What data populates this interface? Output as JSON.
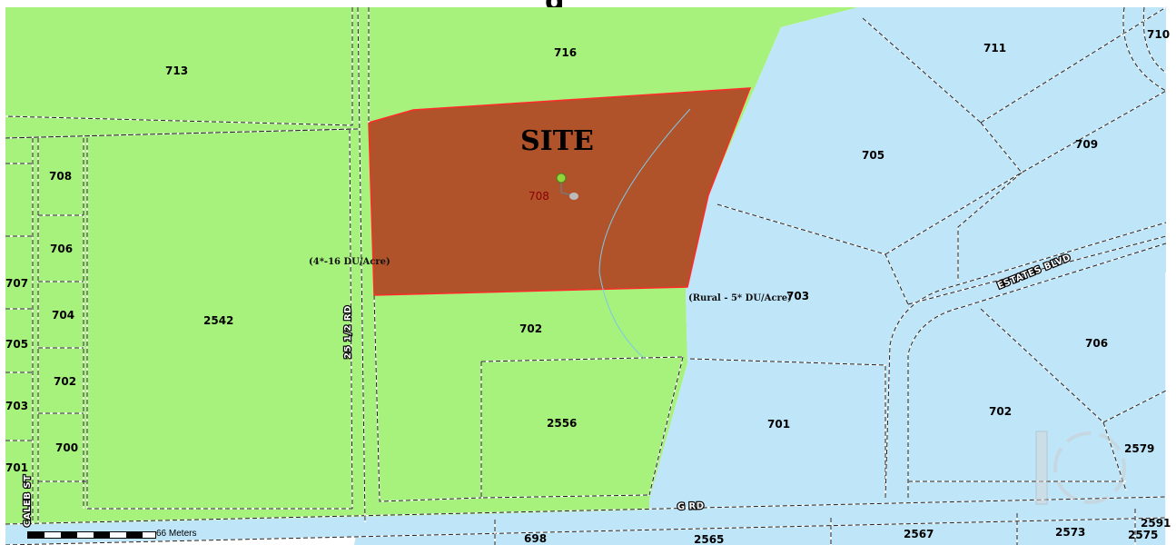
{
  "map": {
    "site_label": "SITE",
    "site_parcel": "708",
    "parcels": [
      "713",
      "716",
      "711",
      "710",
      "709",
      "708",
      "705",
      "706",
      "707",
      "704",
      "705",
      "703",
      "702",
      "700",
      "701",
      "2542",
      "702",
      "703",
      "2556",
      "701",
      "702",
      "706",
      "2579",
      "698",
      "2565",
      "2567",
      "2573",
      "2575",
      "2591"
    ],
    "zones": {
      "medium_density": "(4*-16 DU/Acre)",
      "rural": "(Rural - 5* DU/Acre)"
    },
    "roads": {
      "rd_25_half": "25 1/2 RD",
      "g_rd": "G RD",
      "estates_blvd": "ESTATES BLVD",
      "caleb_st": "CALEB ST"
    },
    "scale_label": "66 Meters",
    "header_fragment": "g",
    "colors": {
      "residential": "#a6f27c",
      "rural": "#bfe5f9",
      "site": "#b0522a",
      "site_outline": "#ff2b2b"
    }
  }
}
